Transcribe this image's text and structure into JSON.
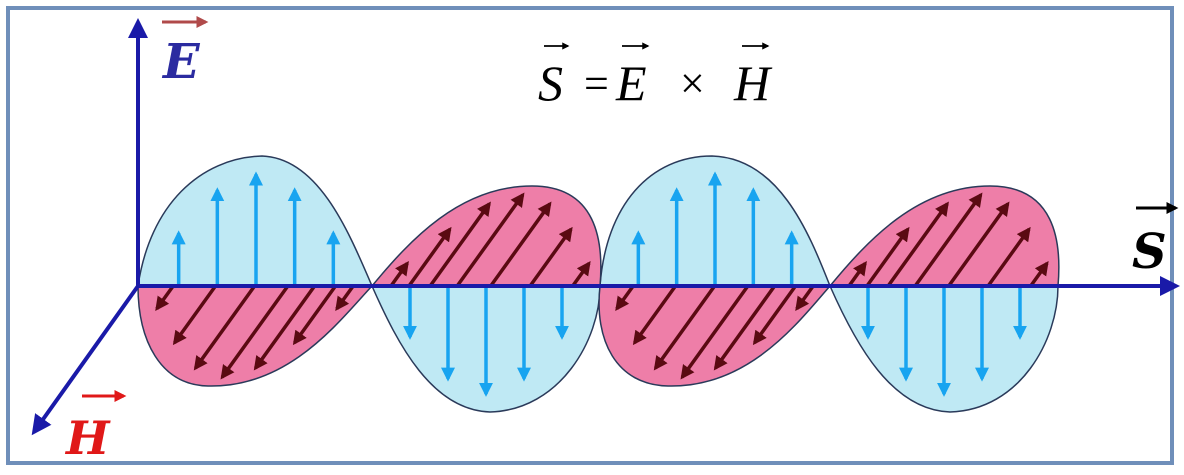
{
  "formula": {
    "lhs": "S",
    "equals": "=",
    "a": "E",
    "times": "×",
    "b": "H"
  },
  "axes": {
    "e_label": "E",
    "h_label": "H",
    "s_label": "S"
  },
  "colors": {
    "frame": "#6f8fba",
    "axis": "#1a1aa8",
    "e_label": "#2b2ba0",
    "e_label_arrow": "#b04a4a",
    "h_label": "#e01818",
    "s_label": "#000000",
    "e_lobe_fill": "#bfe9f4",
    "e_arrow": "#18a4f0",
    "h_lobe_fill": "#ee7ea8",
    "h_arrow": "#5a0a12",
    "lobe_stroke": "#2a3a5a"
  }
}
